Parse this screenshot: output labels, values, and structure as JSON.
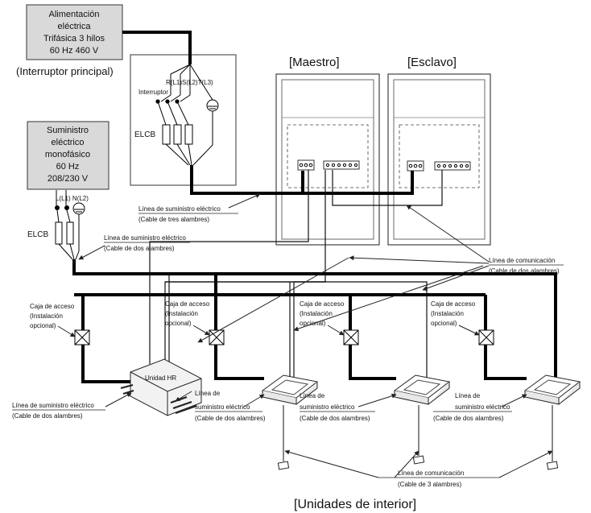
{
  "power_sources": {
    "three_phase": {
      "lines": [
        "Alimentación",
        "eléctrica",
        "Trifásica 3 hilos",
        "60 Hz 460 V"
      ]
    },
    "main_switch_label": "(Interruptor principal)",
    "single_phase": {
      "lines": [
        "Suministro",
        "eléctrico",
        "monofásico",
        "60 Hz",
        "208/230 V"
      ]
    }
  },
  "switch_box": {
    "phase_labels": "R(L1)S(L2)T(L3)",
    "interruptor": "Interruptor",
    "elcb": "ELCB"
  },
  "single_phase_panel": {
    "terminal_labels": "L(L1)  N(L2)",
    "elcb": "ELCB"
  },
  "outdoor_units": {
    "master": "[Maestro]",
    "slave": "[Esclavo]"
  },
  "hr_unit": "Unidad HR",
  "indoor_title": "[Unidades de interior]",
  "labels": {
    "supply_3wire": [
      "Línea de suministro eléctrico",
      "(Cable de tres alambres)"
    ],
    "supply_2wire_top": [
      "Línea de suministro eléctrico",
      "(Cable de dos alambres)"
    ],
    "comm_2wire": [
      "Línea de comunicación",
      "(Cable de dos alambres)"
    ],
    "access_box": [
      "Caja de acceso",
      "(Instalación",
      "opcional)"
    ],
    "supply_bottom_left": [
      "Línea de suministro eléctrico",
      "(Cable de dos alambres)"
    ],
    "supply_local": [
      "Línea de",
      "suministro eléctrico",
      "(Cable de dos alambres)"
    ],
    "comm_3wire": [
      "Línea de comunicación",
      "(Cable de 3 alambres)"
    ]
  },
  "colors": {
    "thick_line": "#000000",
    "source_box_fill": "#d9d9d9",
    "unit_stroke": "#444444"
  }
}
